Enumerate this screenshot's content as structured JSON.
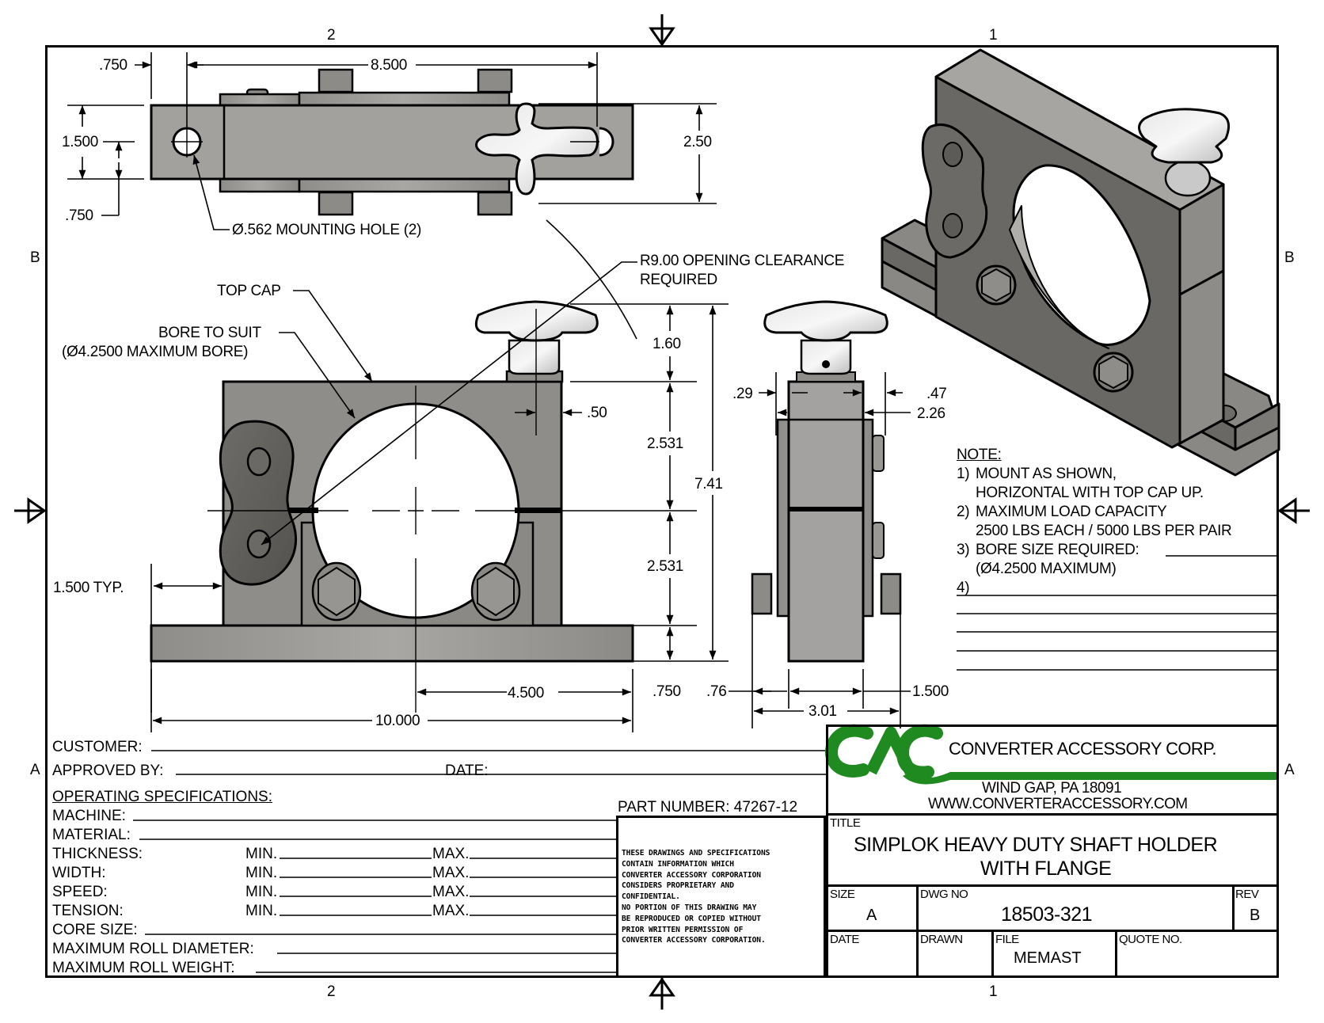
{
  "sheet": {
    "zones": {
      "top": [
        "2",
        "1"
      ],
      "bottom": [
        "2",
        "1"
      ],
      "left": [
        "B",
        "A"
      ],
      "right": [
        "B",
        "A"
      ]
    }
  },
  "views": {
    "top_view": {
      "dims": {
        "left_offset": ".750",
        "hole_spacing": "8.500",
        "width": "1.500",
        "hole_offset": ".750",
        "knob_span": "2.50"
      },
      "callout_hole": "Ø.562 MOUNTING HOLE (2)"
    },
    "front_view": {
      "callout_clearance_1": "R9.00 OPENING CLEARANCE",
      "callout_clearance_2": "REQUIRED",
      "callout_top_cap": "TOP CAP",
      "callout_bore_1": "BORE TO SUIT",
      "callout_bore_2": "(Ø4.2500 MAXIMUM BORE)",
      "dims": {
        "knob_height": "1.60",
        "knob_offset": ".50",
        "upper_half": "2.531",
        "overall_height": "7.41",
        "lower_half": "2.531",
        "base_thickness": ".750",
        "flange_typ": "1.500 TYP.",
        "center_to_end": "4.500",
        "overall_length": "10.000"
      }
    },
    "side_view": {
      "dims": {
        "left_lip": ".29",
        "right_lip": ".47",
        "cap_width": "2.26",
        "bolt_offset": ".76",
        "body_width": "1.500",
        "overall_width": "3.01"
      }
    }
  },
  "notes": {
    "heading": "NOTE:",
    "items": [
      {
        "num": "1)",
        "line1": "MOUNT AS SHOWN,",
        "line2": "HORIZONTAL WITH TOP CAP UP."
      },
      {
        "num": "2)",
        "line1": "MAXIMUM LOAD CAPACITY",
        "line2": "2500 LBS EACH / 5000 LBS PER PAIR"
      },
      {
        "num": "3)",
        "line1": "BORE SIZE REQUIRED:",
        "line2": "(Ø4.2500 MAXIMUM)"
      },
      {
        "num": "4)",
        "line1": "",
        "line2": ""
      }
    ]
  },
  "form": {
    "customer_label": "CUSTOMER:",
    "customer_value": "",
    "approved_label": "APPROVED BY:",
    "approved_value": "",
    "date_label": "DATE:",
    "date_value": "",
    "op_spec_heading": "OPERATING SPECIFICATIONS:",
    "machine_label": "MACHINE:",
    "material_label": "MATERIAL:",
    "min_label": "MIN.",
    "max_label": "MAX.",
    "ranged": [
      {
        "label": "THICKNESS:",
        "min": "",
        "max": ""
      },
      {
        "label": "WIDTH:",
        "min": "",
        "max": ""
      },
      {
        "label": "SPEED:",
        "min": "",
        "max": ""
      },
      {
        "label": "TENSION:",
        "min": "",
        "max": ""
      }
    ],
    "core_size_label": "CORE SIZE:",
    "max_roll_diameter_label": "MAXIMUM ROLL DIAMETER:",
    "max_roll_weight_label": "MAXIMUM ROLL WEIGHT:",
    "part_number_label": "PART NUMBER: 47267-12"
  },
  "notice": {
    "lines": [
      "THESE DRAWINGS AND SPECIFICATIONS",
      "CONTAIN INFORMATION WHICH",
      "CONVERTER ACCESSORY CORPORATION",
      "CONSIDERS PROPRIETARY AND",
      "CONFIDENTIAL.",
      "NO PORTION OF THIS DRAWING MAY",
      "BE REPRODUCED OR COPIED WITHOUT",
      "PRIOR WRITTEN PERMISSION OF",
      "CONVERTER ACCESSORY CORPORATION."
    ]
  },
  "title_block": {
    "logo_text": "CAC",
    "brand_color": "#1f8a1f",
    "company": "CONVERTER ACCESSORY CORP.",
    "address": "WIND GAP, PA 18091",
    "website": "WWW.CONVERTERACCESSORY.COM",
    "title_label": "TITLE",
    "title_line1": "SIMPLOK HEAVY DUTY SHAFT HOLDER",
    "title_line2": "WITH FLANGE",
    "size_label": "SIZE",
    "size_value": "A",
    "dwg_no_label": "DWG NO",
    "dwg_no_value": "18503-321",
    "rev_label": "REV",
    "rev_value": "B",
    "date_label": "DATE",
    "date_value": "",
    "drawn_label": "DRAWN",
    "drawn_value": "",
    "file_label": "FILE",
    "file_value": "MEMAST",
    "quote_label": "QUOTE NO.",
    "quote_value": ""
  }
}
